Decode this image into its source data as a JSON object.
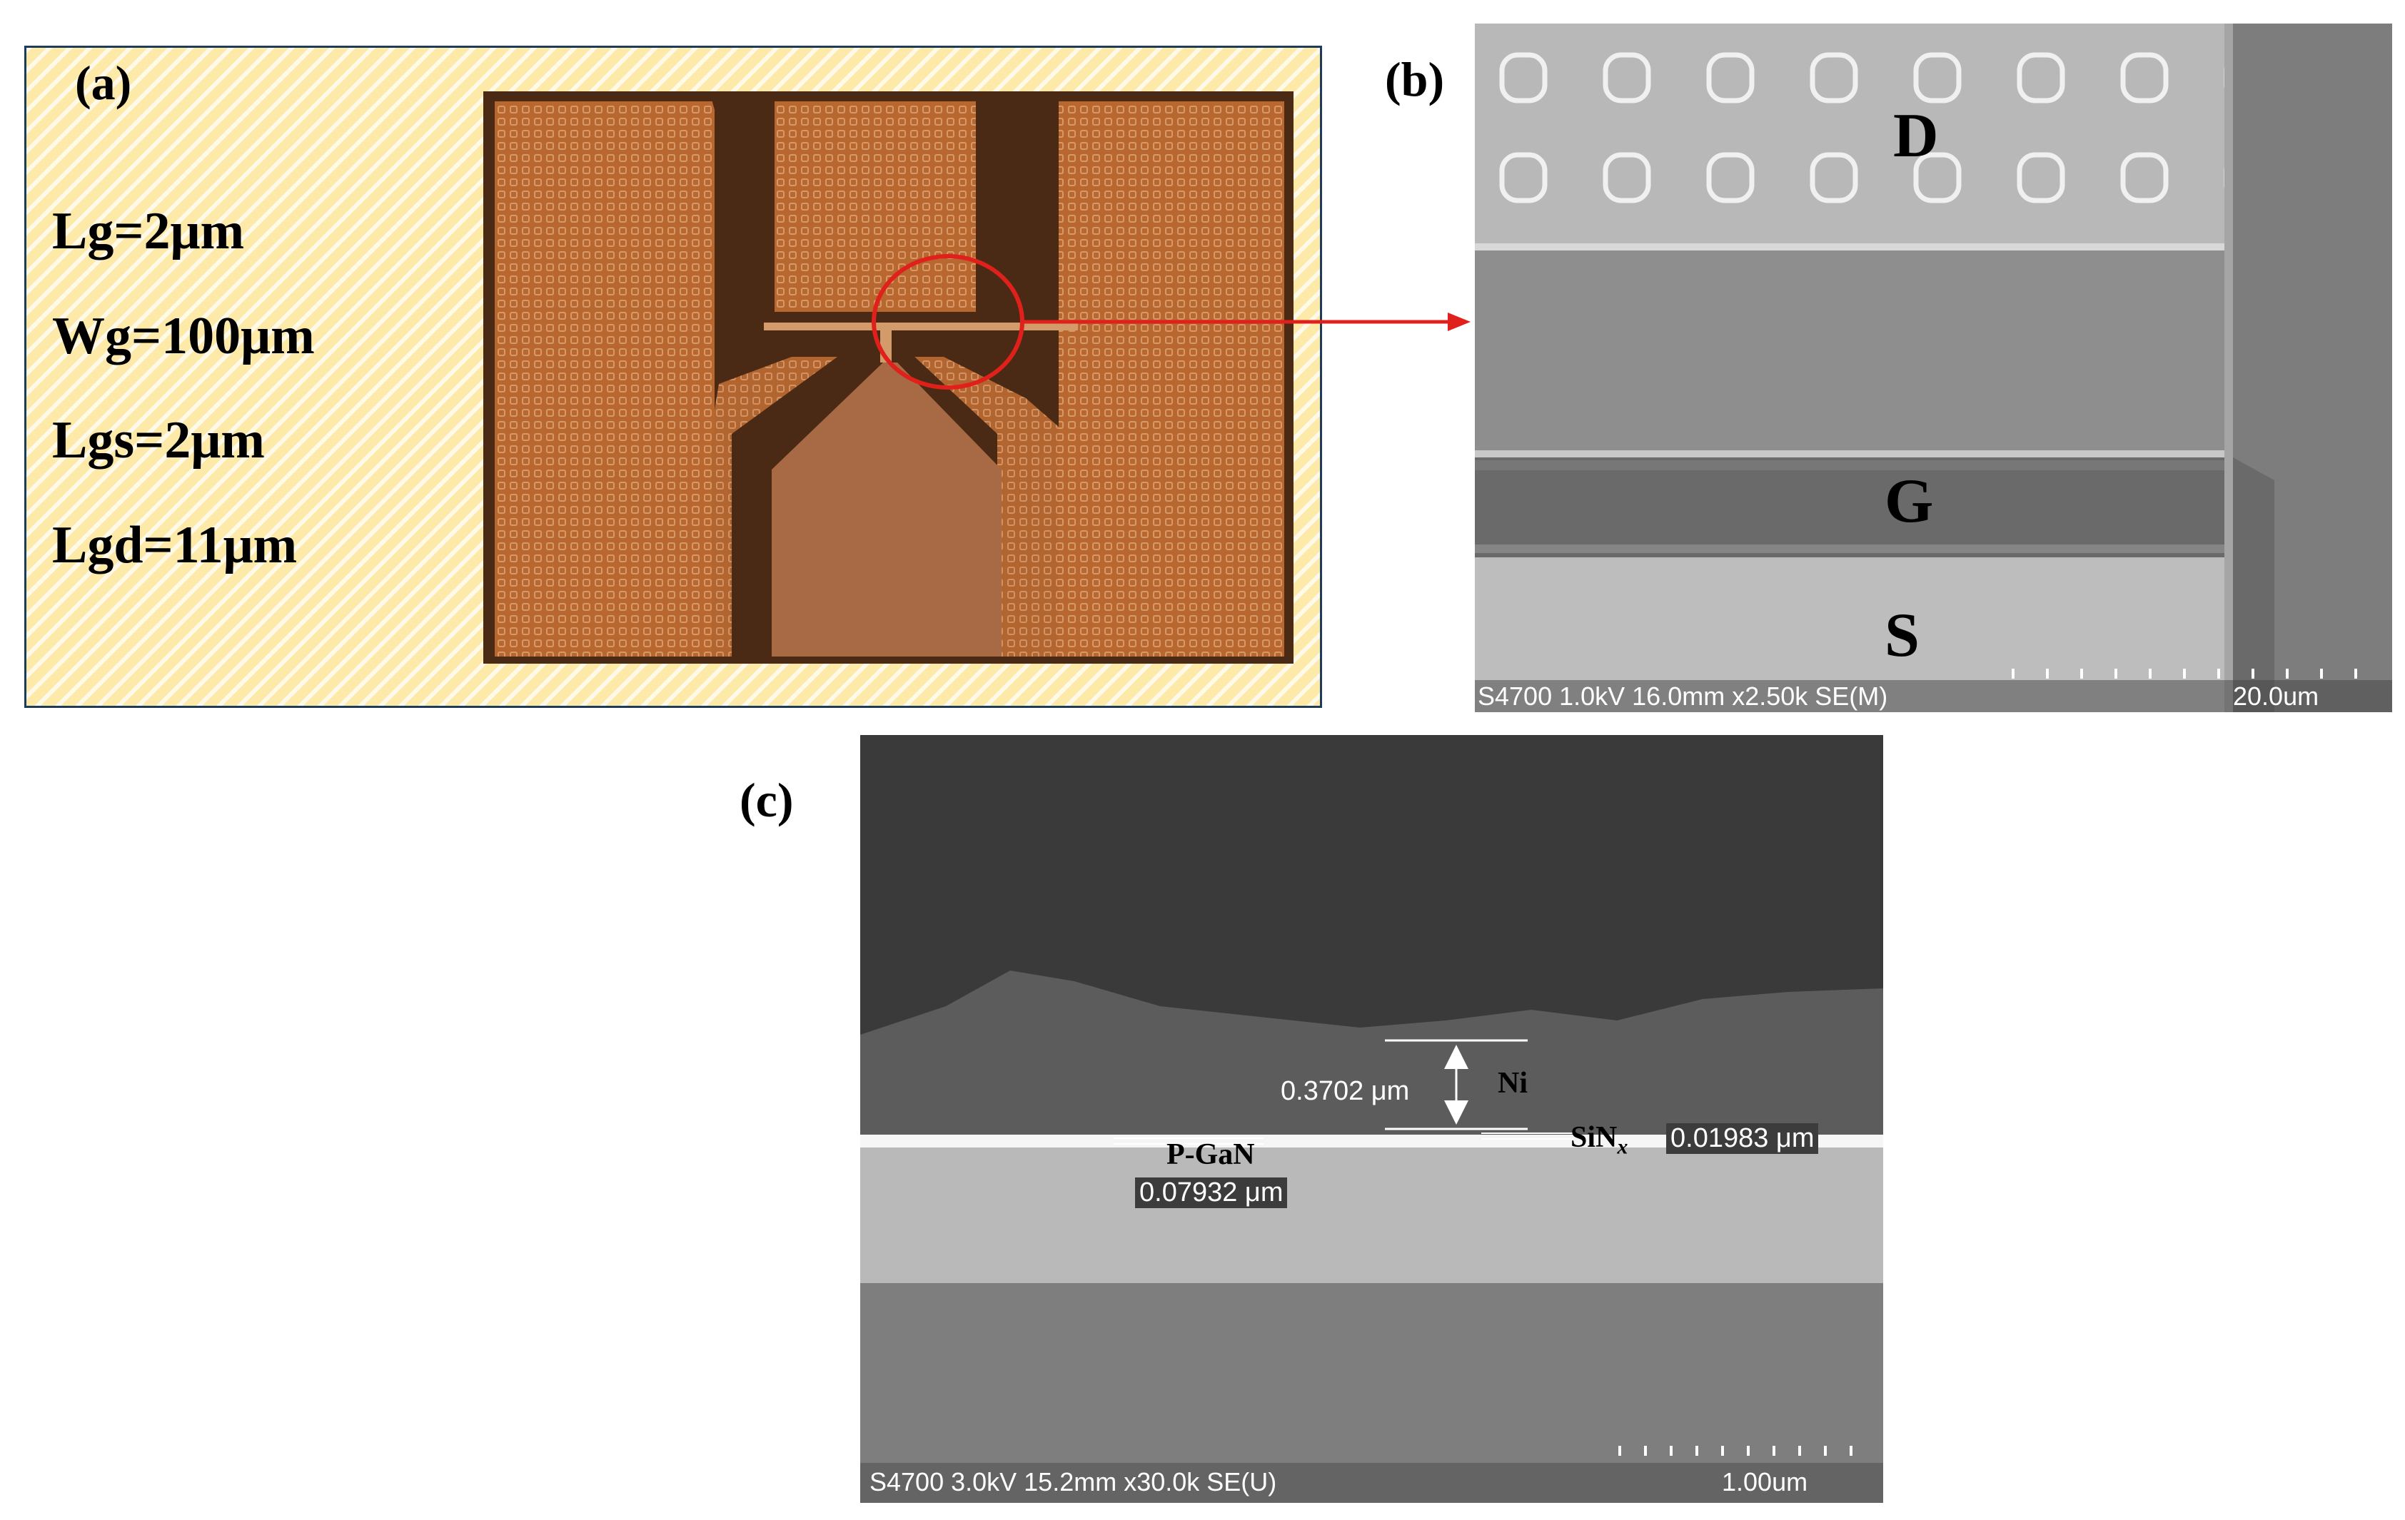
{
  "panel_a": {
    "label": "(a)",
    "params": [
      "Lg=2μm",
      "Wg=100μm",
      "Lgs=2μm",
      "Lgd=11μm"
    ]
  },
  "panel_b": {
    "label": "(b)",
    "regions": {
      "drain": "D",
      "gate": "G",
      "source": "S"
    },
    "info": "S4700 1.0kV 16.0mm x2.50k SE(M)",
    "scale": "20.0um"
  },
  "panel_c": {
    "label": "(c)",
    "layers": {
      "ni": "Ni",
      "sin_base": "SiN",
      "sin_sub": "x",
      "pgan": "P-GaN"
    },
    "measurements": {
      "ni": "0.3702 μm",
      "sin": "0.01983 μm",
      "pgan": "0.07932 μm"
    },
    "info": "S4700 3.0kV 15.2mm x30.0k SE(U)",
    "scale": "1.00um"
  },
  "colors": {
    "panel_a_border": "#1f3b5a",
    "panel_a_background": "#fde9a8",
    "pad": "#b96b33",
    "gate_pad": "#a86a45",
    "trench": "#4a2a14",
    "highlight": "#e0201b"
  }
}
